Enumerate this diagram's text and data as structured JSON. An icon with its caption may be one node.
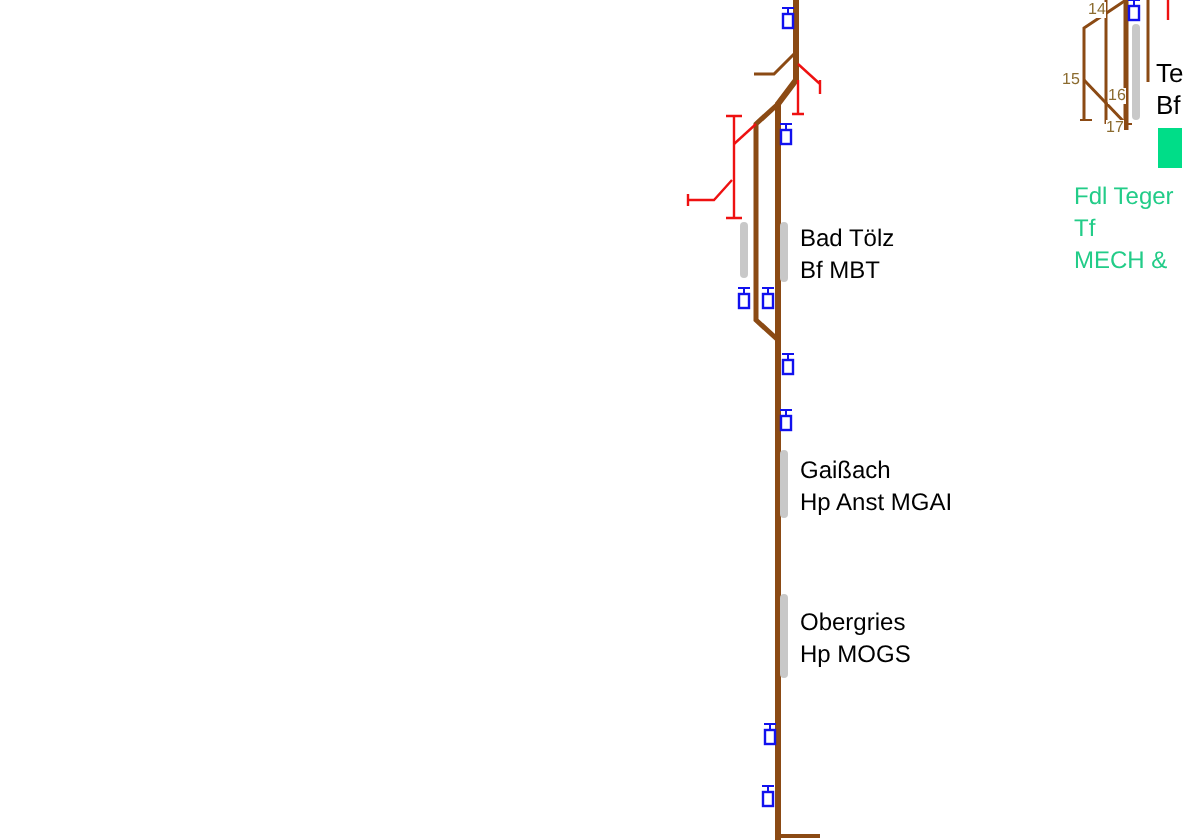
{
  "diagram": {
    "labels": [
      "14",
      "15",
      "16",
      "17",
      "Te",
      "Bf",
      "Fdl Teger",
      "Tf",
      "MECH &",
      "Bad Tölz",
      "Bf MBT",
      "Gaißach",
      "Hp Anst MGAI",
      "Obergries",
      "Hp MOGS"
    ]
  }
}
